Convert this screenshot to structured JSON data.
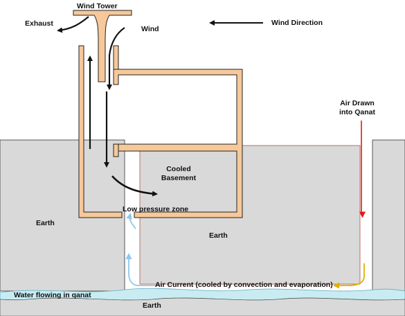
{
  "labels": {
    "wind_tower": "Wind Tower",
    "exhaust": "Exhaust",
    "wind": "Wind",
    "wind_direction": "Wind Direction",
    "air_drawn_line1": "Air Drawn",
    "air_drawn_line2": "into Qanat",
    "cooled_line1": "Cooled",
    "cooled_line2": "Basement",
    "low_pressure": "Low pressure zone",
    "earth_left": "Earth",
    "earth_middle": "Earth",
    "earth_bottom": "Earth",
    "air_current": "Air Current (cooled by convection and evaporation)",
    "water": "Water flowing in qanat"
  },
  "colors": {
    "earth": "#d9d9d9",
    "building": "#f6c89a",
    "outline": "#222222",
    "cold_air": "#8fc7ea",
    "warm_air": "#e0b000",
    "drawn_air": "#e0191b",
    "water": "#c8ecf2"
  }
}
